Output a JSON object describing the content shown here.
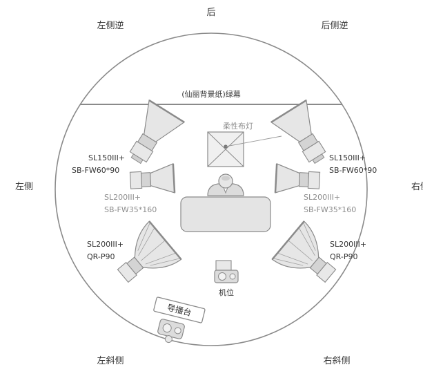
{
  "directions": {
    "back": "后",
    "back_left": "左侧逆",
    "back_right": "后侧逆",
    "left": "左侧",
    "right": "右侧",
    "front_left": "左斜侧",
    "front_right": "右斜侧"
  },
  "backdrop": {
    "label": "(仙丽背景纸)绿幕"
  },
  "soft_light": {
    "label": "柔性布灯"
  },
  "lights": {
    "top_left": {
      "line1": "SL150III+",
      "line2": "SB-FW60*90"
    },
    "top_right": {
      "line1": "SL150III+",
      "line2": "SB-FW60*90"
    },
    "mid_left": {
      "line1": "SL200III+",
      "line2": "SB-FW35*160"
    },
    "mid_right": {
      "line1": "SL200III+",
      "line2": "SB-FW35*160"
    },
    "bottom_left": {
      "line1": "SL200III+",
      "line2": "QR-P90"
    },
    "bottom_right": {
      "line1": "SL200III+",
      "line2": "QR-P90"
    }
  },
  "camera": {
    "label": "机位"
  },
  "director": {
    "label": "导播台"
  },
  "colors": {
    "stroke": "#8a8a8a",
    "fill_light": "#e4e4e4",
    "fill_mid": "#d2d2d2",
    "text_dark": "#333333",
    "text_gray": "#8c8c8c"
  }
}
